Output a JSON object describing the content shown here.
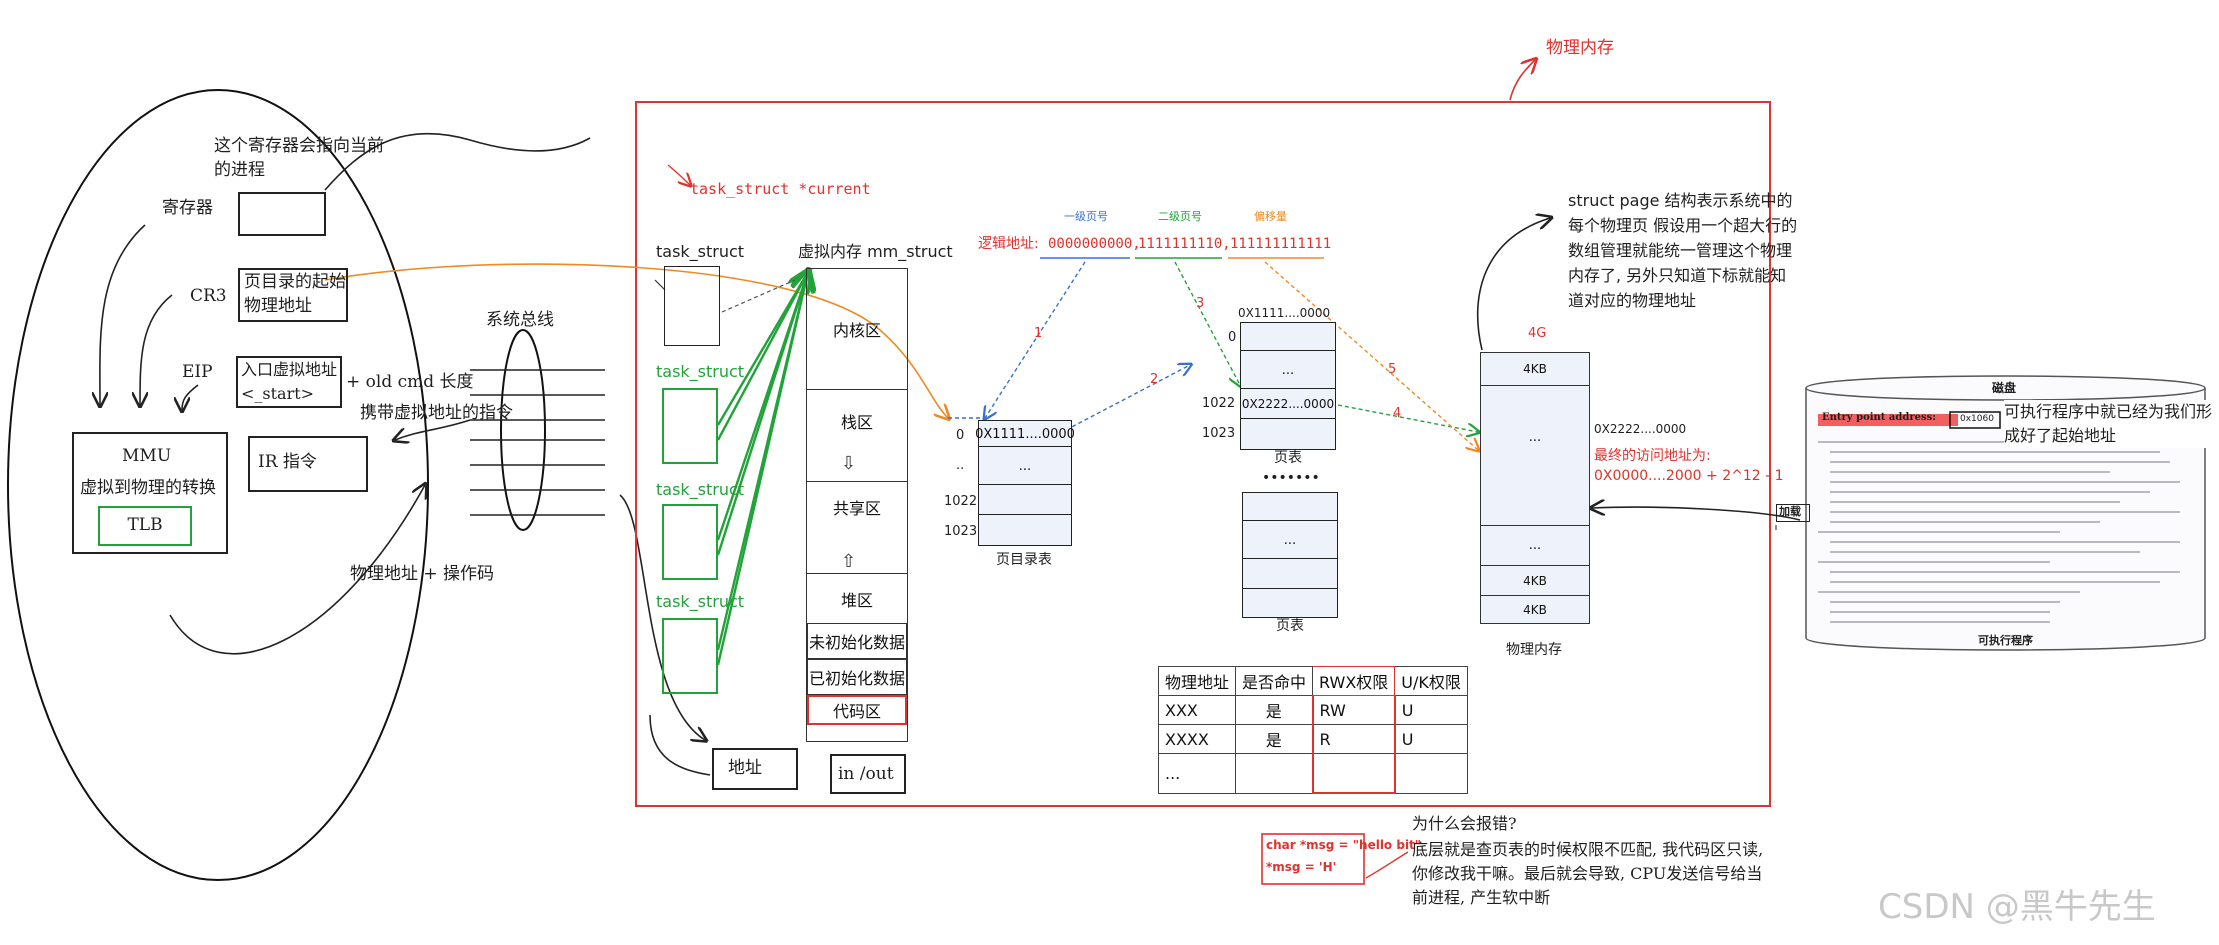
{
  "colors": {
    "red": "#e0322e",
    "green": "#22a33a",
    "blue": "#3a6fd0",
    "orange": "#f08a24",
    "table_fill": "#eef2fb"
  },
  "cpu": {
    "register_note": "这个寄存器会指向当前的进程",
    "register_label": "寄存器",
    "cr3_label": "CR3",
    "eip_label": "EIP",
    "cr3_box": "页目录的起始物理地址",
    "eip_box": "入口虚拟地址<_start>",
    "eip_note": "+ old cmd 长度",
    "carry_note": "携带虚拟地址的指令",
    "ir_box": "IR 指令",
    "mmu_title": "MMU",
    "mmu_subtitle": "虚拟到物理的转换",
    "tlb": "TLB",
    "bus_label": "系统总线",
    "bus_note": "物理地址 + 操作码",
    "addr_box": "地址",
    "io_box": "in /out"
  },
  "memory": {
    "title": "物理内存",
    "current": "task_struct *current",
    "task_struct": "task_struct",
    "mm_struct": "虚拟内存 mm_struct",
    "segments": [
      "内核区",
      "栈区",
      "共享区",
      "堆区",
      "未初始化数据",
      "已初始化数据",
      "代码区"
    ],
    "logical_label": "逻辑地址: ",
    "logical_parts": [
      "0000000000,",
      "1111111110,",
      "111111111111"
    ],
    "level1": "一级页号",
    "level2": "二级页号",
    "offset": "偏移量",
    "pd": {
      "label": "页目录表",
      "first": "0X1111....0000",
      "dots": "...",
      "idx": [
        "0",
        "..",
        "1022",
        "1023"
      ]
    },
    "pt": {
      "label": "页表",
      "top": "0X1111....0000",
      "dots": "...",
      "entry": "0X2222....0000",
      "idx": [
        "0",
        "1022",
        "1023"
      ],
      "sep": "•••••••",
      "dots2": "..."
    },
    "pt2_label": "页表",
    "arrow_nums": [
      "1",
      "2",
      "3",
      "4",
      "5"
    ],
    "phys": {
      "top_label": "4G",
      "page": "4KB",
      "dots": "...",
      "dots2": "...",
      "label": "物理内存",
      "addr": "0X2222....0000",
      "final": "最终的访问地址为:",
      "final2": "0X0000....2000 + 2^12 - 1"
    },
    "struct_page": "struct page 结构表示系统中的每个物理页 假设用一个超大行的数组管理就能统一管理这个物理内存了, 另外只知道下标就能知道对应的物理地址"
  },
  "perm_table": {
    "headers": [
      "物理地址",
      "是否命中",
      "RWX权限",
      "U/K权限"
    ],
    "rows": [
      [
        "XXX",
        "是",
        "RW",
        "U"
      ],
      [
        "XXXX",
        "是",
        "R",
        "U"
      ],
      [
        "...",
        "",
        "",
        ""
      ]
    ]
  },
  "disk": {
    "title": "磁盘",
    "entry": "Entry point address:",
    "entry_val": "0x1060",
    "note": "可执行程序中就已经为我们形成好了起始地址",
    "load": "加载",
    "exe": "可执行程序"
  },
  "bottom": {
    "code1": "char *msg = \"hello bit\"",
    "code2": "*msg = 'H'",
    "why": "为什么会报错?",
    "explain": "底层就是查页表的时候权限不匹配, 我代码区只读, 你修改我干嘛。最后就会导致, CPU发送信号给当前进程, 产生软中断"
  },
  "watermark": "CSDN @黑牛先生"
}
